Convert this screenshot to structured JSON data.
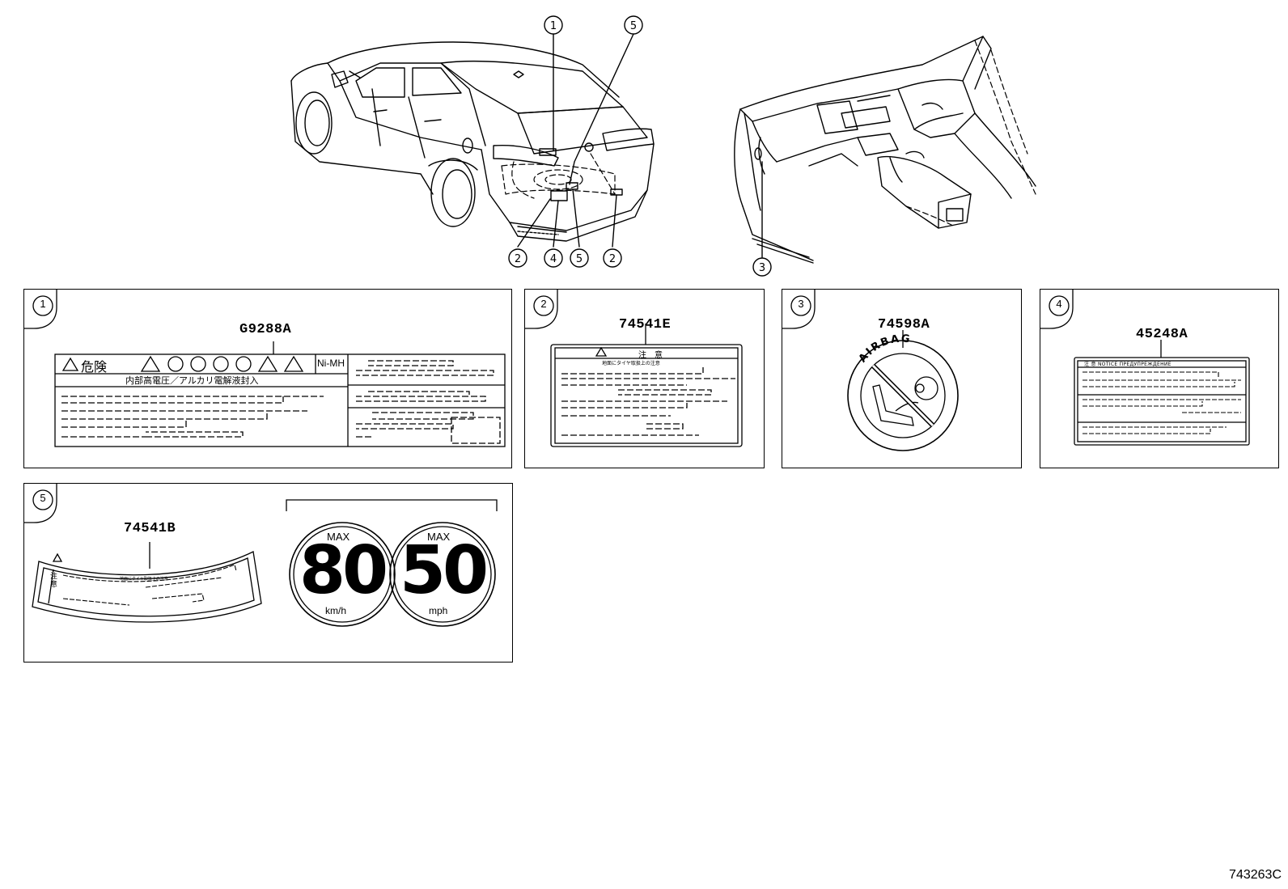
{
  "callouts": [
    "1",
    "2",
    "3",
    "4",
    "5"
  ],
  "panels": {
    "p1": {
      "number": "1",
      "part_no": "G9288A",
      "warning_word": "危険",
      "battery_type": "Ni-MH",
      "subtitle": "内部高電圧／アルカリ電解液封入"
    },
    "p2": {
      "number": "2",
      "part_no": "74541E",
      "warning_word": "注　意",
      "line1": "地面にタイヤ取扱上の注意"
    },
    "p3": {
      "number": "3",
      "part_no": "74598A",
      "ring_text": "AIRBAG"
    },
    "p4": {
      "number": "4",
      "part_no": "45248A",
      "header": "注 意  NOTICE  ПРЕДУПРЕЖДЕНИЕ"
    },
    "p5": {
      "number": "5",
      "part_no": "74541B",
      "warning_word": "注意",
      "line1": "地面にタイヤ取扱上の注意",
      "speed_kmh": {
        "label": "MAX",
        "value": "80",
        "unit": "km/h"
      },
      "speed_mph": {
        "label": "MAX",
        "value": "50",
        "unit": "mph"
      }
    }
  },
  "footer": {
    "code": "743263C"
  }
}
